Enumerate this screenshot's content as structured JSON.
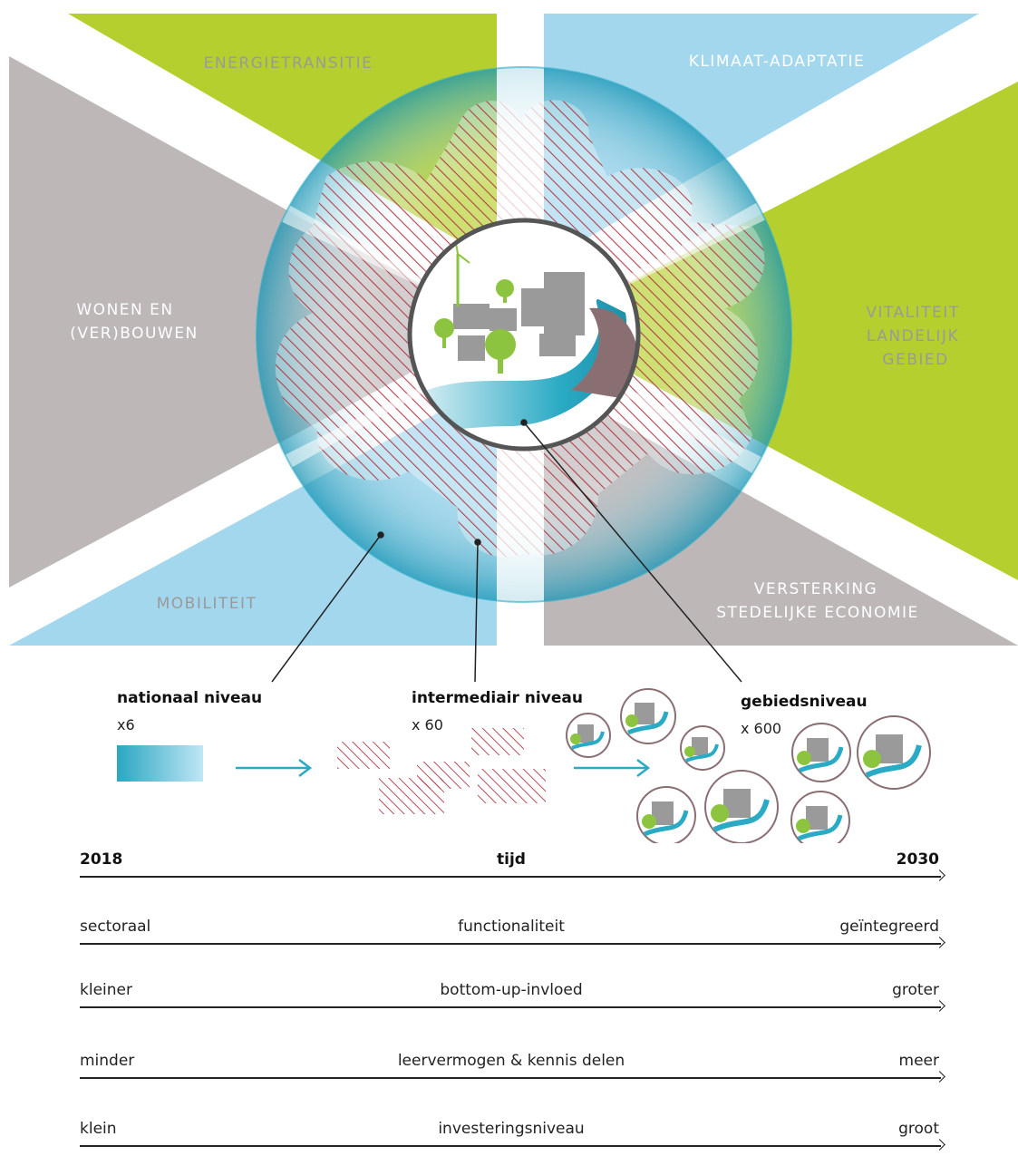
{
  "sectors": {
    "energie": {
      "label": "ENERGIETRANSITIE"
    },
    "klimaat": {
      "label": "KLIMAAT-ADAPTATIE"
    },
    "wonen": {
      "line1": "WONEN EN",
      "line2": "(VER)BOUWEN"
    },
    "vitaliteit": {
      "line1": "VITALITEIT",
      "line2": "LANDELIJK",
      "line3": "GEBIED"
    },
    "mobiliteit": {
      "label": "MOBILITEIT"
    },
    "economie": {
      "line1": "VERSTERKING",
      "line2": "STEDELIJKE ECONOMIE"
    }
  },
  "levels": {
    "nationaal": {
      "title": "nationaal niveau",
      "count": "x6"
    },
    "intermediair": {
      "title": "intermediair niveau",
      "count": "x 60"
    },
    "gebied": {
      "title": "gebiedsniveau",
      "count": "x 600"
    }
  },
  "scales": [
    {
      "left": "2018",
      "center": "tijd",
      "right": "2030"
    },
    {
      "left": "sectoraal",
      "center": "functionaliteit",
      "right": "geïntegreerd"
    },
    {
      "left": "kleiner",
      "center": "bottom-up-invloed",
      "right": "groter"
    },
    {
      "left": "minder",
      "center": "leervermogen & kennis delen",
      "right": "meer"
    },
    {
      "left": "klein",
      "center": "investeringsniveau",
      "right": "groot"
    }
  ],
  "colors": {
    "green": "#b5cf2e",
    "blue": "#a3d7ee",
    "grey": "#bdb7b8",
    "teal": "#2aaac4",
    "hatch": "#b03a45",
    "label_green": "#9a9a9a",
    "label_grey": "#ffffff"
  }
}
